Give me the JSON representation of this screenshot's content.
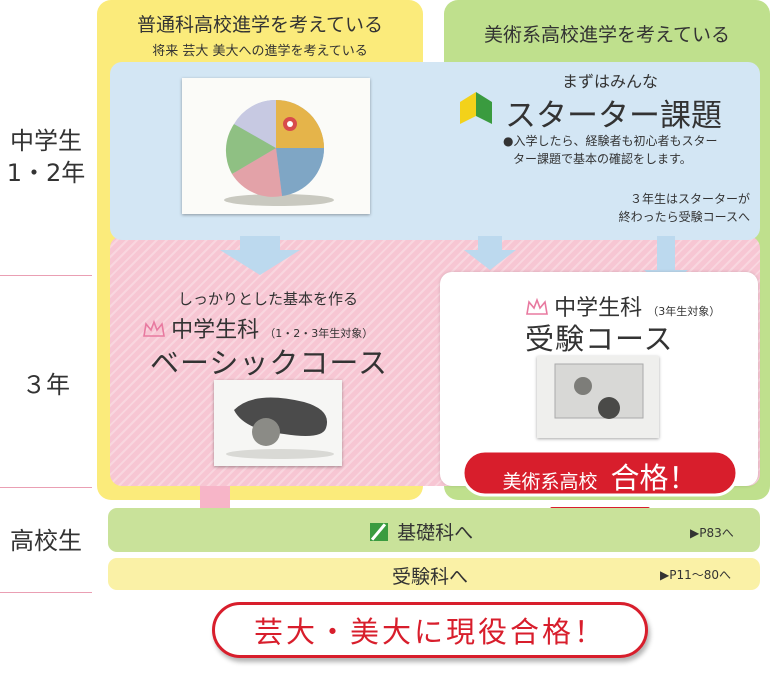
{
  "rows": {
    "jhs12_line1": "中学生",
    "jhs12_line2": "1・2年",
    "jhs3": "３年",
    "hs": "高校生"
  },
  "columns": {
    "general_title": "普通科高校進学を考えている",
    "general_sub": "将来 芸大 美大への進学を考えている",
    "art_title": "美術系高校進学を考えている"
  },
  "starter": {
    "intro": "まずはみんな",
    "title": "スターター課題",
    "desc_line1": "●入学したら、経験者も初心者もスター",
    "desc_line2": "ター課題で基本の確認をします。",
    "note_line1": "３年生はスターターが",
    "note_line2": "終わったら受験コースへ"
  },
  "basic": {
    "lead": "しっかりとした基本を作る",
    "course": "中学生科",
    "target": "（1・2・3年生対象）",
    "name": "ベーシックコース"
  },
  "exam": {
    "course": "中学生科",
    "target": "（3年生対象）",
    "name": "受験コース"
  },
  "pass_art": {
    "school": "美術系高校",
    "pass": "合格！"
  },
  "hs_courses": {
    "kiso": "基礎科へ",
    "kiso_ref": "▶P83へ",
    "juken": "受験科へ",
    "juken_ref": "▶P11～80へ"
  },
  "final": "芸大・美大に現役合格！",
  "colors": {
    "yellow": "#fbeb7b",
    "green": "#bfe08d",
    "starter_blue": "#d3e6f4",
    "pink": "#f7c6d3",
    "red": "#d81e2c",
    "crown": "#e87aa0"
  }
}
